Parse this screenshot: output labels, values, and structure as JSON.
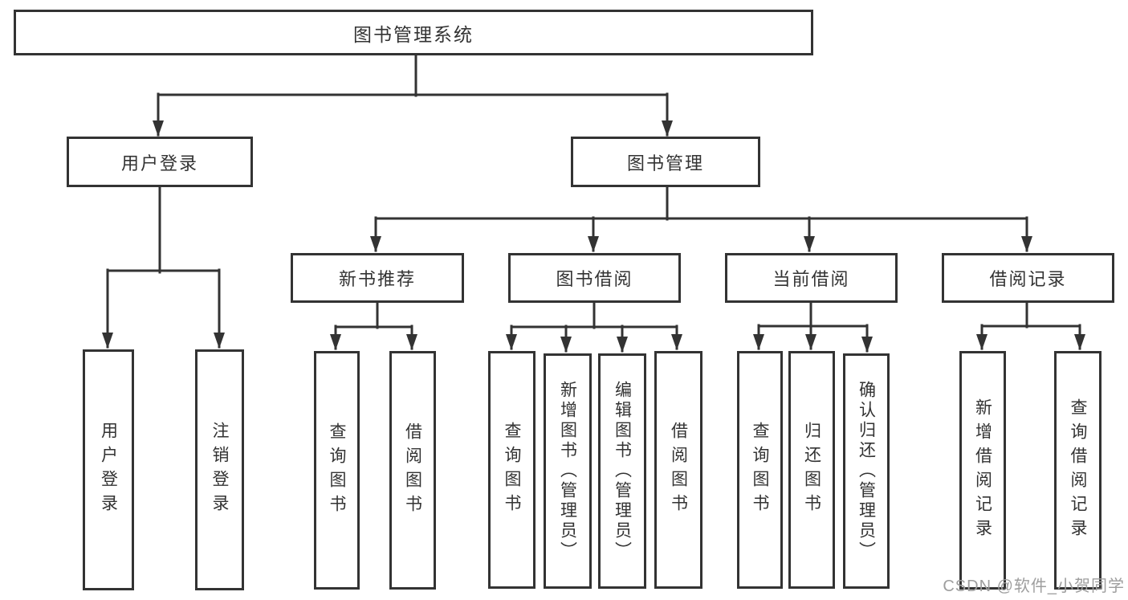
{
  "diagram": {
    "title": "图书管理系统",
    "root": {
      "label": "图书管理系统"
    },
    "branches": [
      {
        "label": "用户登录",
        "children": [
          {
            "label": "用户登录"
          },
          {
            "label": "注销登录"
          }
        ]
      },
      {
        "label": "图书管理",
        "children": [
          {
            "label": "新书推荐",
            "children": [
              {
                "label": "查询图书"
              },
              {
                "label": "借阅图书"
              }
            ]
          },
          {
            "label": "图书借阅",
            "children": [
              {
                "label": "查询图书"
              },
              {
                "label": "新增图书（管理员）"
              },
              {
                "label": "编辑图书（管理员）"
              },
              {
                "label": "借阅图书"
              }
            ]
          },
          {
            "label": "当前借阅",
            "children": [
              {
                "label": "查询图书"
              },
              {
                "label": "归还图书"
              },
              {
                "label": "确认归还（管理员）"
              }
            ]
          },
          {
            "label": "借阅记录",
            "children": [
              {
                "label": "新增借阅记录"
              },
              {
                "label": "查询借阅记录"
              }
            ]
          }
        ]
      }
    ],
    "watermark": "CSDN @软件_小贺同学",
    "colors": {
      "line": "#333333",
      "box_border": "#333333",
      "box_fill": "#ffffff",
      "text": "#333333",
      "watermark": "#9e9e9e",
      "background": "#ffffff"
    }
  }
}
